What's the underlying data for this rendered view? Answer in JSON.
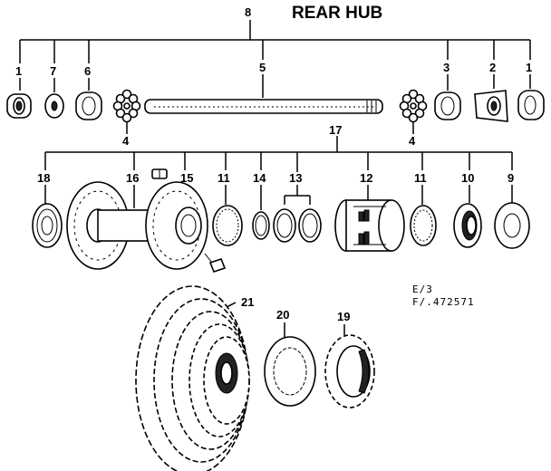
{
  "title": "REAR HUB",
  "codes": {
    "line1": "E/3",
    "line2": "F/.472571"
  },
  "callouts": {
    "c8": "8",
    "c1a": "1",
    "c7": "7",
    "c6": "6",
    "c5": "5",
    "c3": "3",
    "c2": "2",
    "c1b": "1",
    "c4a": "4",
    "c4b": "4",
    "c17": "17",
    "c18": "18",
    "c16": "16",
    "c15": "15",
    "c11a": "11",
    "c14": "14",
    "c13": "13",
    "c12": "12",
    "c11b": "11",
    "c10": "10",
    "c9": "9",
    "c21": "21",
    "c20": "20",
    "c19": "19"
  }
}
